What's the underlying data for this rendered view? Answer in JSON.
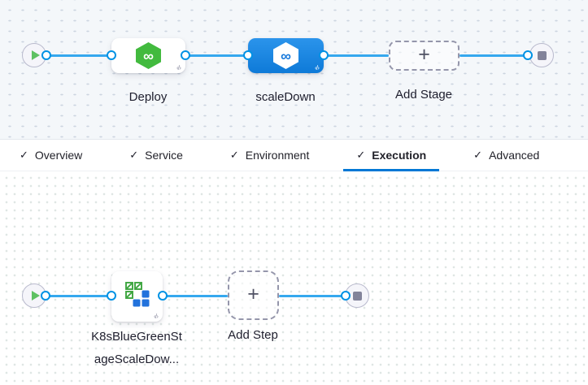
{
  "pipeline": {
    "stages": {
      "deploy": {
        "label": "Deploy"
      },
      "scale_down": {
        "label": "scaleDown"
      },
      "add_stage": {
        "label": "Add Stage"
      }
    }
  },
  "tabs": {
    "items": [
      {
        "label": "Overview"
      },
      {
        "label": "Service"
      },
      {
        "label": "Environment"
      },
      {
        "label": "Execution",
        "active": true
      },
      {
        "label": "Advanced"
      }
    ]
  },
  "execution": {
    "step": {
      "label_line1": "K8sBlueGreenSt",
      "label_line2": "ageScaleDow..."
    },
    "add_step": {
      "label": "Add Step"
    }
  },
  "icons": {
    "check": "✓",
    "plus": "+",
    "infinity": "∞",
    "code": "‹/›"
  },
  "colors": {
    "accent_blue": "#0278d5",
    "connector_blue": "#35a8ee",
    "port_ring_blue": "#0092e4",
    "stage_green": "#42ba3e",
    "selected_stage_blue": "#1b84e0",
    "k8s_green": "#3da53f",
    "k8s_blue": "#2272dc",
    "canvas_top_bg": "#f4f7fa"
  }
}
